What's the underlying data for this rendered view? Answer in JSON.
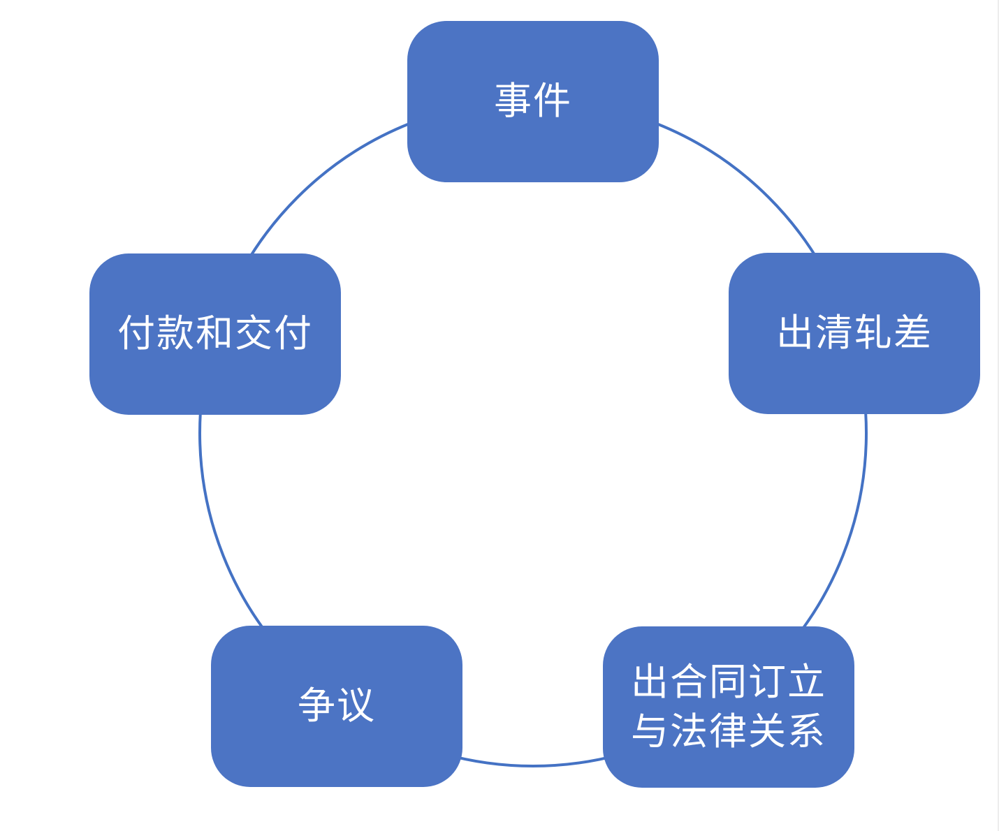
{
  "diagram": {
    "type": "cycle",
    "node_fill_color": "#4C74C4",
    "circle_line_color": "#4472C4",
    "text_color": "#ffffff",
    "nodes": [
      {
        "id": "event",
        "label": "事件",
        "position": "top"
      },
      {
        "id": "clearing-netting",
        "label": "出清轧差",
        "position": "right"
      },
      {
        "id": "contract-legal",
        "label": "出合同订立\n与法律关系",
        "position": "bottom-right"
      },
      {
        "id": "dispute",
        "label": "争议",
        "position": "bottom-left"
      },
      {
        "id": "payment-delivery",
        "label": "付款和交付",
        "position": "left"
      }
    ]
  }
}
